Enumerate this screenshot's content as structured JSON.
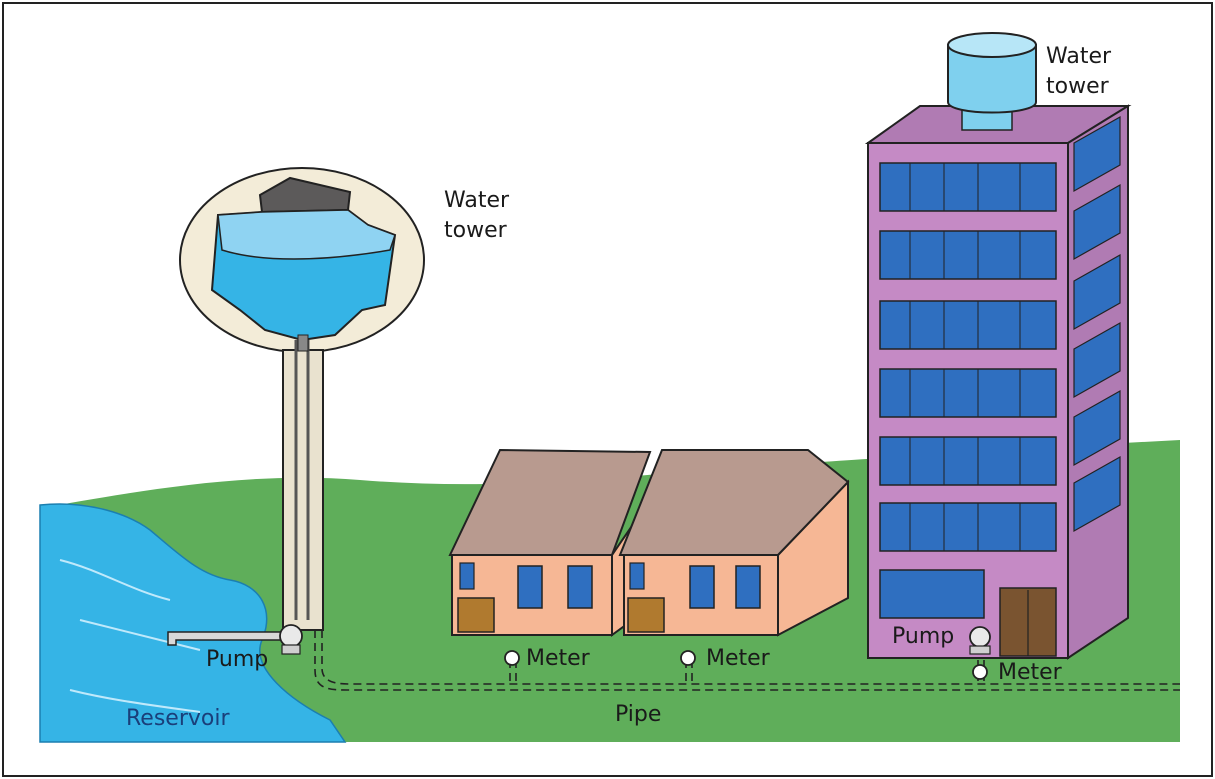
{
  "labels": {
    "water_tower_left": "Water\ntower",
    "water_tower_right": "Water\ntower",
    "pump_left": "Pump",
    "pump_right": "Pump",
    "meter_1": "Meter",
    "meter_2": "Meter",
    "meter_3": "Meter",
    "pipe": "Pipe",
    "reservoir": "Reservoir"
  },
  "colors": {
    "ground": "#5fae5a",
    "water": "#35b4e6",
    "water_light": "#8fd3f2",
    "house_wall": "#f6b795",
    "house_roof": "#b89a8f",
    "building": "#c58ac5",
    "window": "#2f6fc0",
    "tower_tank": "#7fd0ee",
    "label_text": "#1a1a1a",
    "reservoir_text": "#1a3f7a"
  }
}
